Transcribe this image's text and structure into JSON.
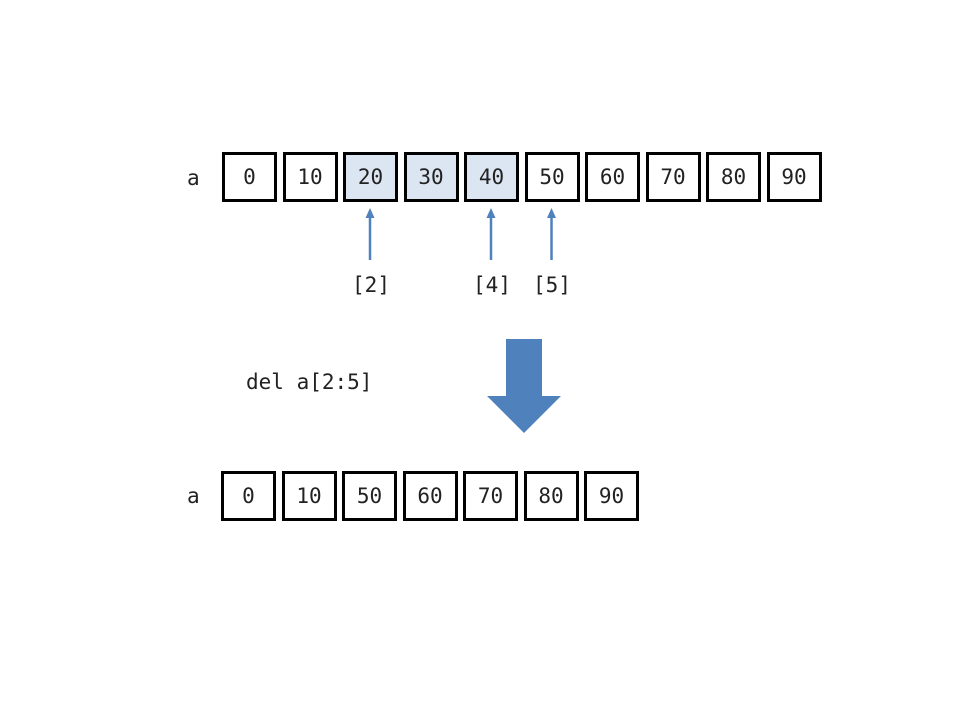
{
  "top": {
    "var_label": "a",
    "cells": [
      "0",
      "10",
      "20",
      "30",
      "40",
      "50",
      "60",
      "70",
      "80",
      "90"
    ],
    "highlighted": [
      2,
      3,
      4
    ],
    "indices": [
      "[2]",
      "[4]",
      "[5]"
    ],
    "index_positions": [
      2,
      4,
      5
    ]
  },
  "code": "del a[2:5]",
  "bottom": {
    "var_label": "a",
    "cells": [
      "0",
      "10",
      "50",
      "60",
      "70",
      "80",
      "90"
    ]
  },
  "colors": {
    "highlight": "#dce6f2",
    "arrow": "#4f81bd"
  }
}
